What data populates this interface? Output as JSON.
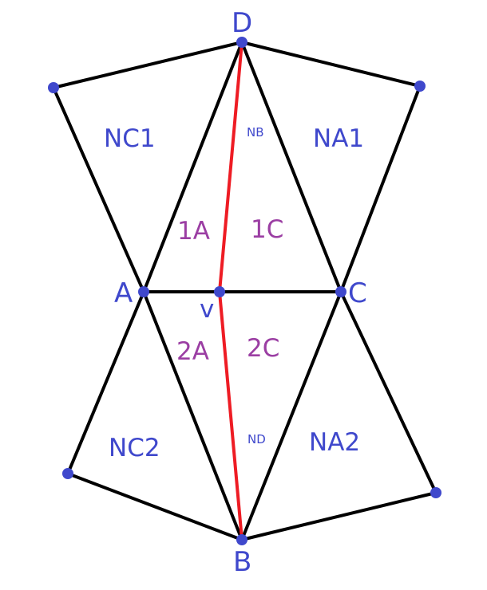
{
  "vertices": {
    "D": "D",
    "A": "A",
    "C": "C",
    "B": "B",
    "V": "v"
  },
  "outer_regions": {
    "nc1": "NC1",
    "na1": "NA1",
    "nc2": "NC2",
    "na2": "NA2"
  },
  "inner_regions": {
    "r1a": "1A",
    "r1c": "1C",
    "r2a": "2A",
    "r2c": "2C"
  },
  "small_labels": {
    "nb": "NB",
    "nd": "ND"
  },
  "colors": {
    "edge": "#000000",
    "highlight_edge": "#ee1c24",
    "vertex_and_labels": "#3f48cc",
    "region_labels": "#9b3ea3"
  }
}
